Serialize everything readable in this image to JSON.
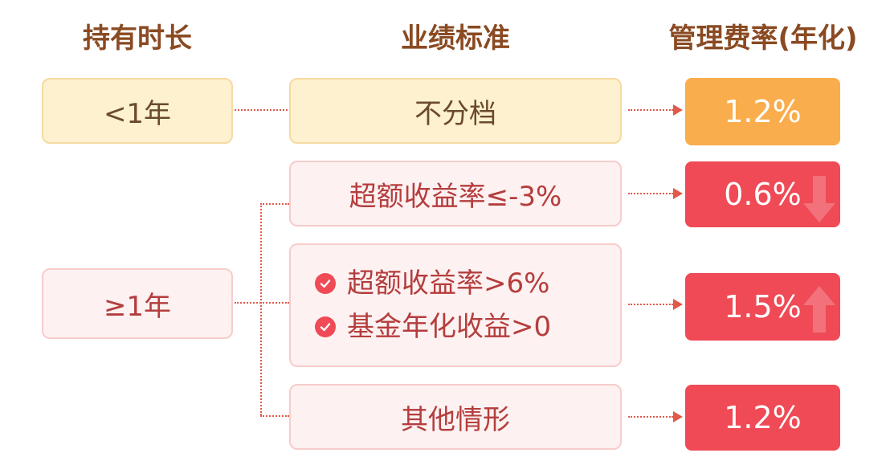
{
  "headers": {
    "duration": "持有时长",
    "criteria": "业绩标准",
    "fee": "管理费率(年化)"
  },
  "rows": {
    "lt1": {
      "duration": "<1年",
      "criteria": "不分档",
      "rate": "1.2%"
    },
    "ge1": {
      "duration": "≥1年",
      "low": {
        "criteria": "超额收益率≤-3%",
        "rate": "0.6%"
      },
      "high": {
        "criteria": [
          "超额收益率>6%",
          "基金年化收益>0"
        ],
        "rate": "1.5%"
      },
      "other": {
        "criteria": "其他情形",
        "rate": "1.2%"
      }
    }
  },
  "colors": {
    "header_text": "#8a4a22",
    "cream_bg": "#fdf1cf",
    "pink_bg": "#fdf1f1",
    "orange_rate": "#f9ad4c",
    "red_rate": "#ef4a55",
    "connector": "#e05a4a"
  },
  "icons": {
    "criteria_bullet": "check-circle-icon",
    "rate_down": "arrow-down-icon",
    "rate_up": "arrow-up-icon"
  }
}
